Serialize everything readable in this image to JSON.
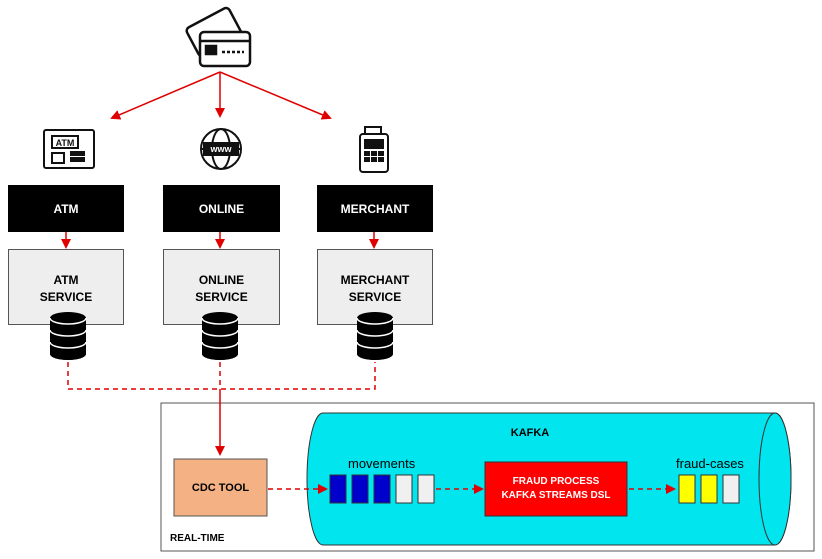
{
  "sources": [
    {
      "box_label": "ATM",
      "service_label": "ATM\nSERVICE",
      "icon": "atm-icon"
    },
    {
      "box_label": "ONLINE",
      "service_label": "ONLINE\nSERVICE",
      "icon": "globe-www-icon"
    },
    {
      "box_label": "MERCHANT",
      "service_label": "MERCHANT\nSERVICE",
      "icon": "pos-terminal-icon"
    }
  ],
  "top_icon": "credit-cards-icon",
  "www_text": "www",
  "atm_text": "ATM",
  "realtime_label": "REAL-TIME",
  "cdc_tool_label": "CDC TOOL",
  "kafka_label": "KAFKA",
  "movements_label": "movements",
  "fraud_process_label": "FRAUD PROCESS\nKAFKA STREAMS DSL",
  "fraud_cases_label": "fraud-cases",
  "colors": {
    "arrow": "#e00000",
    "black_box": "#000000",
    "service_box": "#eeeeee",
    "cdc_box": "#f4b183",
    "kafka_cylinder": "#00e5ee",
    "fraud_process_box": "#ff0000",
    "movement_filled": "#0000cc",
    "fraud_case_filled": "#ffff00",
    "empty_slot": "#f0f0f0"
  }
}
